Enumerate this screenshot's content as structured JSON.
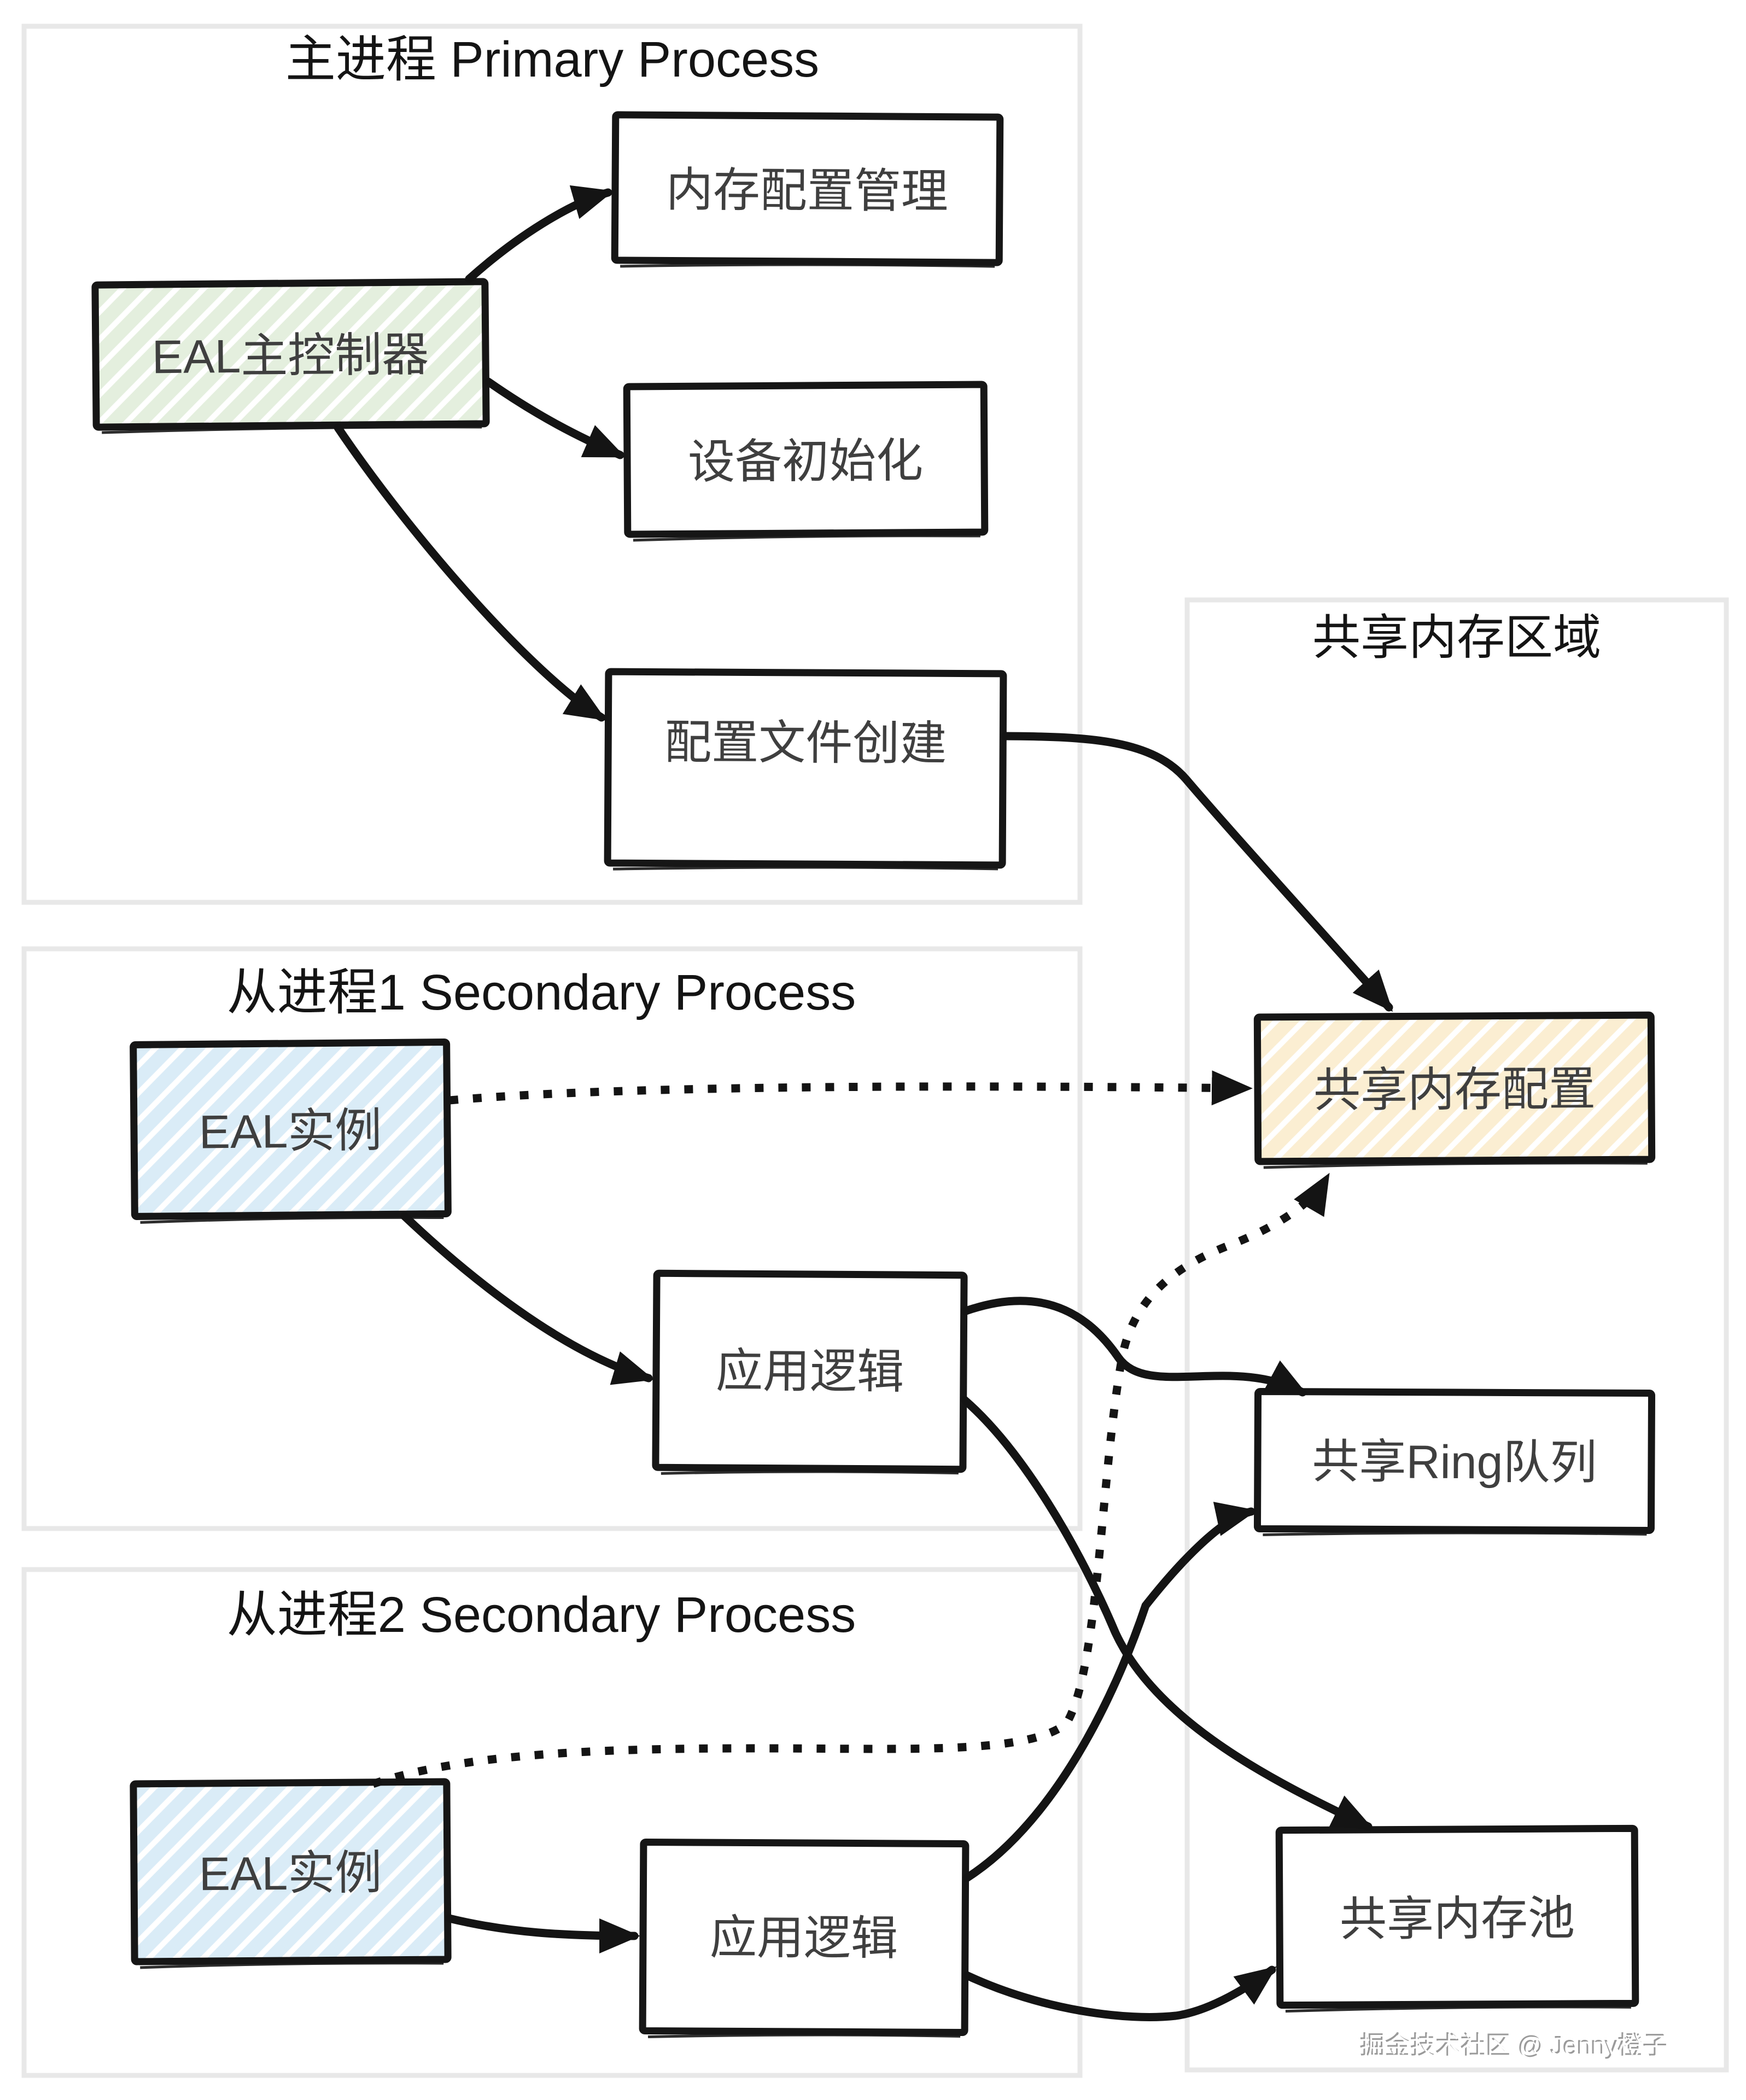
{
  "diagram": {
    "watermark": "掘金技术社区 @ Jenny橙子",
    "containers": [
      {
        "id": "primary",
        "title": "主进程 Primary Process"
      },
      {
        "id": "secondary1",
        "title": "从进程1 Secondary Process"
      },
      {
        "id": "secondary2",
        "title": "从进程2 Secondary Process"
      },
      {
        "id": "shared",
        "title": "共享内存区域"
      }
    ],
    "nodes": [
      {
        "id": "eal-master",
        "label": "EAL主控制器",
        "container": "primary",
        "fill": "#e4efde"
      },
      {
        "id": "mem-config-mgmt",
        "label": "内存配置管理",
        "container": "primary",
        "fill": "#ffffff"
      },
      {
        "id": "device-init",
        "label": "设备初始化",
        "container": "primary",
        "fill": "#ffffff"
      },
      {
        "id": "config-file-create",
        "label": "配置文件创建",
        "container": "primary",
        "fill": "#ffffff"
      },
      {
        "id": "eal-instance-1",
        "label": "EAL实例",
        "container": "secondary1",
        "fill": "#daecf7"
      },
      {
        "id": "app-logic-1",
        "label": "应用逻辑",
        "container": "secondary1",
        "fill": "#ffffff"
      },
      {
        "id": "eal-instance-2",
        "label": "EAL实例",
        "container": "secondary2",
        "fill": "#daecf7"
      },
      {
        "id": "app-logic-2",
        "label": "应用逻辑",
        "container": "secondary2",
        "fill": "#ffffff"
      },
      {
        "id": "shared-mem-config",
        "label": "共享内存配置",
        "container": "shared",
        "fill": "#fbeed2"
      },
      {
        "id": "shared-ring-queue",
        "label": "共享Ring队列",
        "container": "shared",
        "fill": "#ffffff"
      },
      {
        "id": "shared-mem-pool",
        "label": "共享内存池",
        "container": "shared",
        "fill": "#ffffff"
      }
    ],
    "edges": [
      {
        "from": "eal-master",
        "to": "mem-config-mgmt",
        "style": "solid"
      },
      {
        "from": "eal-master",
        "to": "device-init",
        "style": "solid"
      },
      {
        "from": "eal-master",
        "to": "config-file-create",
        "style": "solid"
      },
      {
        "from": "config-file-create",
        "to": "shared-mem-config",
        "style": "solid"
      },
      {
        "from": "eal-instance-1",
        "to": "shared-mem-config",
        "style": "dotted"
      },
      {
        "from": "eal-instance-1",
        "to": "app-logic-1",
        "style": "solid"
      },
      {
        "from": "app-logic-1",
        "to": "shared-ring-queue",
        "style": "solid"
      },
      {
        "from": "app-logic-1",
        "to": "shared-mem-pool",
        "style": "solid"
      },
      {
        "from": "eal-instance-2",
        "to": "shared-mem-config",
        "style": "dotted"
      },
      {
        "from": "eal-instance-2",
        "to": "app-logic-2",
        "style": "solid"
      },
      {
        "from": "app-logic-2",
        "to": "shared-ring-queue",
        "style": "solid"
      },
      {
        "from": "app-logic-2",
        "to": "shared-mem-pool",
        "style": "solid"
      }
    ],
    "colors": {
      "node_border": "#161616",
      "container_border": "#e8e8e8",
      "node_text": "#3f3f3f",
      "title_text": "#141414",
      "arrow": "#141414",
      "green_fill": "#e4efde",
      "blue_fill": "#daecf7",
      "orange_fill": "#fbeed2",
      "background": "#ffffff"
    }
  }
}
